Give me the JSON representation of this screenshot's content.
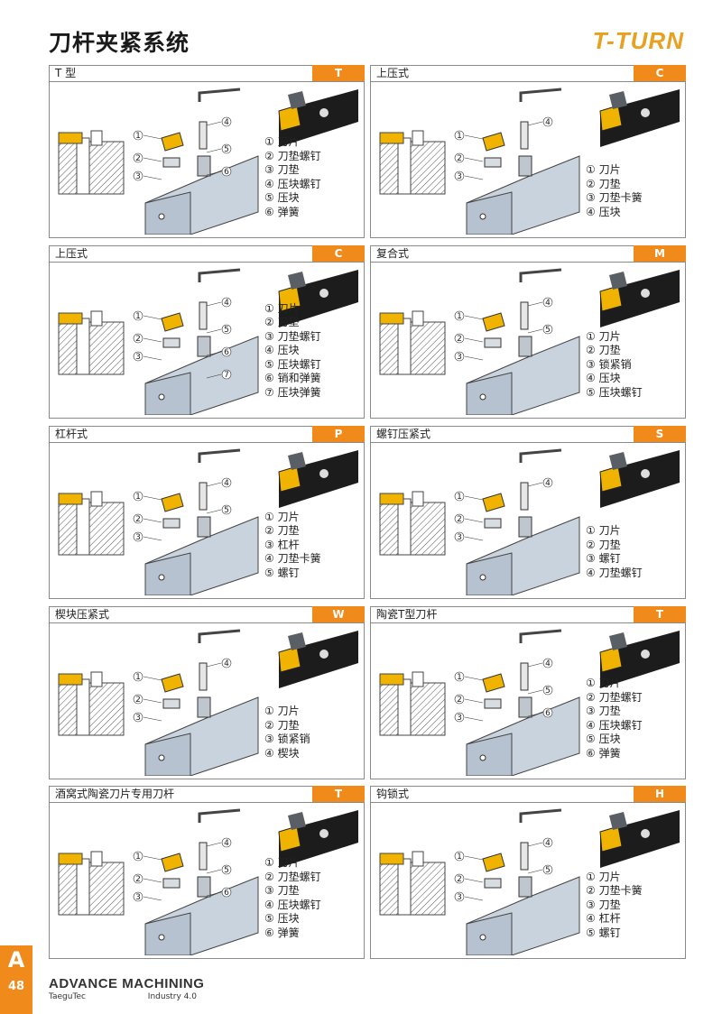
{
  "page": {
    "title": "刀杆夹紧系统",
    "brand": "T-TURN"
  },
  "panels": [
    {
      "title": "T 型",
      "code": "T",
      "parts": [
        "① 刀片",
        "② 刀垫螺钉",
        "③ 刀垫",
        "④ 压块螺钉",
        "⑤ 压块",
        "⑥ 弹簧"
      ]
    },
    {
      "title": "上压式",
      "code": "C",
      "parts": [
        "① 刀片",
        "② 刀垫",
        "③ 刀垫卡簧",
        "④ 压块"
      ]
    },
    {
      "title": "上压式",
      "code": "C",
      "parts": [
        "① 刀片",
        "② 刀垫",
        "③ 刀垫螺钉",
        "④ 压块",
        "⑤ 压块螺钉",
        "⑥ 销和弹簧",
        "⑦ 压块弹簧"
      ]
    },
    {
      "title": "复合式",
      "code": "M",
      "parts": [
        "① 刀片",
        "② 刀垫",
        "③ 锁紧销",
        "④ 压块",
        "⑤ 压块螺钉"
      ]
    },
    {
      "title": "杠杆式",
      "code": "P",
      "parts": [
        "① 刀片",
        "② 刀垫",
        "③ 杠杆",
        "④ 刀垫卡簧",
        "⑤ 螺钉"
      ]
    },
    {
      "title": "螺钉压紧式",
      "code": "S",
      "parts": [
        "① 刀片",
        "② 刀垫",
        "③ 螺钉",
        "④ 刀垫螺钉"
      ]
    },
    {
      "title": "楔块压紧式",
      "code": "W",
      "parts": [
        "① 刀片",
        "② 刀垫",
        "③ 锁紧销",
        "④ 楔块"
      ]
    },
    {
      "title": "陶瓷T型刀杆",
      "code": "T",
      "parts": [
        "① 刀片",
        "② 刀垫螺钉",
        "③ 刀垫",
        "④ 压块螺钉",
        "⑤ 压块",
        "⑥ 弹簧"
      ]
    },
    {
      "title": "酒窝式陶瓷刀片专用刀杆",
      "code": "T",
      "parts": [
        "① 刀片",
        "② 刀垫螺钉",
        "③ 刀垫",
        "④ 压块螺钉",
        "⑤ 压块",
        "⑥ 弹簧"
      ]
    },
    {
      "title": "钩锁式",
      "code": "H",
      "parts": [
        "① 刀片",
        "② 刀垫卡簧",
        "③ 刀垫",
        "④ 杠杆",
        "⑤ 螺钉"
      ]
    }
  ],
  "callouts": [
    "①",
    "②",
    "③",
    "④",
    "⑤",
    "⑥",
    "⑦"
  ],
  "footer": {
    "tab_letter": "A",
    "page_number": "48",
    "logo": "ADVANCE MACHINING",
    "maker": "TaeguTec",
    "tagline": "Industry 4.0"
  },
  "colors": {
    "accent": "#f08a1a",
    "insert": "#f0b400",
    "body": "#c9d3de",
    "border": "#8a8a8a"
  }
}
